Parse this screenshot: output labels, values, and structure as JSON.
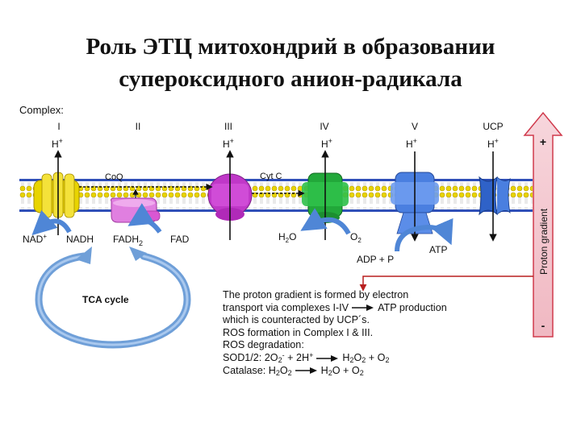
{
  "title": {
    "line1": "Роль ЭТЦ митохондрий в образовании",
    "line2": "супероксидного анион-радикала"
  },
  "complex_header": "Complex:",
  "complexes": [
    {
      "roman": "I",
      "proton": "H",
      "color": "#e8d400"
    },
    {
      "roman": "II",
      "proton": "",
      "color": "#d957d2"
    },
    {
      "roman": "III",
      "proton": "H",
      "color": "#c038c8"
    },
    {
      "roman": "IV",
      "proton": "H",
      "color": "#22a83a"
    },
    {
      "roman": "V",
      "proton": "H",
      "color": "#4a7fe0"
    },
    {
      "roman": "UCP",
      "proton": "H",
      "color": "#2f62c8"
    }
  ],
  "proton_charge": "+",
  "carriers": {
    "coq": "CoQ",
    "cytc": "Cyt C"
  },
  "metabolites": {
    "nad": "NAD",
    "nad_plus": "+",
    "nadh": "NADH",
    "fadh": "FADH",
    "fadh_sub": "2",
    "fad": "FAD",
    "h2o_h": "H",
    "h2o_sub": "2",
    "h2o_o": "O",
    "o2_o": "O",
    "o2_sub": "2",
    "adp_p": "ADP + P",
    "atp": "ATP"
  },
  "tca_cycle": "TCA cycle",
  "gradient": {
    "label": "Proton gradient",
    "plus": "+",
    "minus": "-"
  },
  "notes": {
    "l1": "The proton gradient is formed by electron",
    "l2a": "transport via complexes I-IV",
    "l2b": "ATP production",
    "l3": "which is counteracted by UCP´s.",
    "l4": "ROS formation in Complex I & III.",
    "l5": "ROS degradation:",
    "sod_a": "SOD1/2: 2O",
    "sod_b": "2",
    "sod_c": "-",
    "sod_d": " + 2H",
    "sod_e": "+",
    "sod_f": "H",
    "sod_g": "2",
    "sod_h": "O",
    "sod_i": "2",
    "sod_j": " + O",
    "sod_k": "2",
    "cat_a": "Catalase: H",
    "cat_b": "2",
    "cat_c": "O",
    "cat_d": "2",
    "cat_e": "H",
    "cat_f": "2",
    "cat_g": "O + O",
    "cat_h": "2"
  },
  "colors": {
    "membrane_blue": "#2f4fb8",
    "lipid_head": "#e8d400",
    "ucp_blue": "#2f62c8",
    "tca_blue": "#6f9fd8",
    "gradient_pink": "#f3c7cf",
    "gradient_edge": "#d03a4c",
    "dark_red_arrow": "#b81f1f"
  }
}
